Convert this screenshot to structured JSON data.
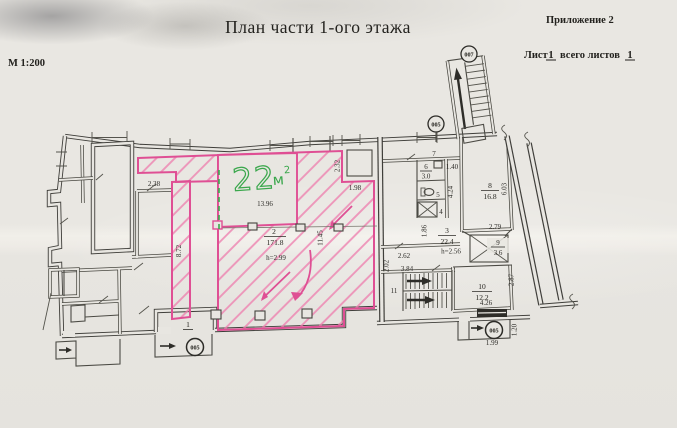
{
  "header": {
    "title": "План части 1-ого этажа",
    "annex": "Приложение 2",
    "scale": "М 1:200",
    "sheet": {
      "prefix": "Лист",
      "num": "1",
      "middle": "всего листов",
      "total": "1"
    }
  },
  "annotation": {
    "area_value": "22",
    "area_unit": "м",
    "area_sup": "2"
  },
  "markers": {
    "stair": "007",
    "top": "005",
    "left": "005",
    "right": "005"
  },
  "rooms": {
    "r1": {
      "num": "1"
    },
    "r2": {
      "num": "2",
      "area": "171.8",
      "height": "h=2.99",
      "width": "13.96",
      "depth": "11.45"
    },
    "r3": {
      "num": "3",
      "area": "22.4",
      "height": "h=2.56"
    },
    "r4": {
      "num": "4"
    },
    "r5": {
      "num": "5"
    },
    "r6": {
      "num": "6",
      "area": "3.0"
    },
    "r7": {
      "num": "7"
    },
    "r8": {
      "num": "8",
      "area": "16.8"
    },
    "r9": {
      "num": "9",
      "area": "3.6"
    },
    "r10": {
      "num": "10",
      "area": "12.2"
    },
    "r11": {
      "num": "11"
    }
  },
  "dims": {
    "left_room_width": "2.38",
    "strip_length": "8.72",
    "notch_depth": "2.32",
    "notch_width": "1.98",
    "passage_width": "1.40",
    "wc_depth": "4.24",
    "room8_depth": "6.03",
    "room8_width": "2.79",
    "room3_width": "1.86",
    "corridor_width": "2.62",
    "corridor_depth": "2.02",
    "corridor_length": "3.84",
    "room10_depth": "2.87",
    "room10_width": "4.26",
    "porch_width": "1.99",
    "porch_depth": "1.20"
  },
  "colors": {
    "highlight": "#df4f94",
    "annotation": "#3aa74c",
    "ink": "#3f3e3a",
    "paper": "#e8e6e1"
  }
}
